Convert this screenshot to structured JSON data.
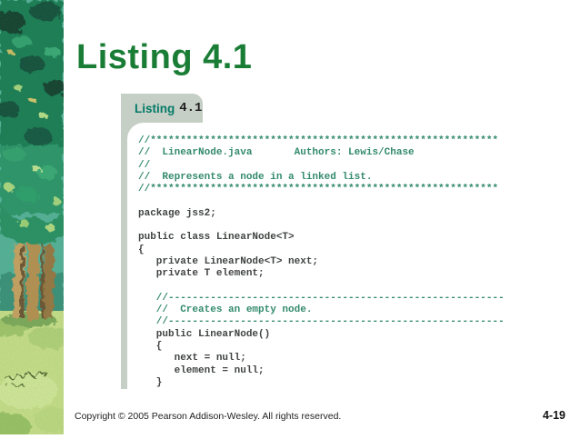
{
  "slide": {
    "title": "Listing 4.1",
    "footer": "Copyright © 2005 Pearson Addison-Wesley. All rights reserved.",
    "page_number": "4-19"
  },
  "tab": {
    "word": "Listing",
    "number": "4.1"
  },
  "code": {
    "lines": [
      {
        "type": "comment",
        "text": "//**********************************************************"
      },
      {
        "type": "comment",
        "text": "//  LinearNode.java       Authors: Lewis/Chase"
      },
      {
        "type": "comment",
        "text": "//"
      },
      {
        "type": "comment",
        "text": "//  Represents a node in a linked list."
      },
      {
        "type": "comment",
        "text": "//**********************************************************"
      },
      {
        "type": "code",
        "text": ""
      },
      {
        "type": "code",
        "text": "package jss2;"
      },
      {
        "type": "code",
        "text": ""
      },
      {
        "type": "code",
        "text": "public class LinearNode<T>"
      },
      {
        "type": "code",
        "text": "{"
      },
      {
        "type": "code",
        "text": "   private LinearNode<T> next;"
      },
      {
        "type": "code",
        "text": "   private T element;"
      },
      {
        "type": "code",
        "text": ""
      },
      {
        "type": "comment",
        "text": "   //--------------------------------------------------------"
      },
      {
        "type": "comment",
        "text": "   //  Creates an empty node."
      },
      {
        "type": "comment",
        "text": "   //--------------------------------------------------------"
      },
      {
        "type": "code",
        "text": "   public LinearNode()"
      },
      {
        "type": "code",
        "text": "   {"
      },
      {
        "type": "code",
        "text": "      next = null;"
      },
      {
        "type": "code",
        "text": "      element = null;"
      },
      {
        "type": "code",
        "text": "   }"
      }
    ]
  },
  "colors": {
    "title_green": "#1a7d36",
    "tab_background": "#c6cfc6",
    "tab_teal": "#047a66",
    "comment_teal": "#338a6d",
    "code_dark": "#404441"
  }
}
